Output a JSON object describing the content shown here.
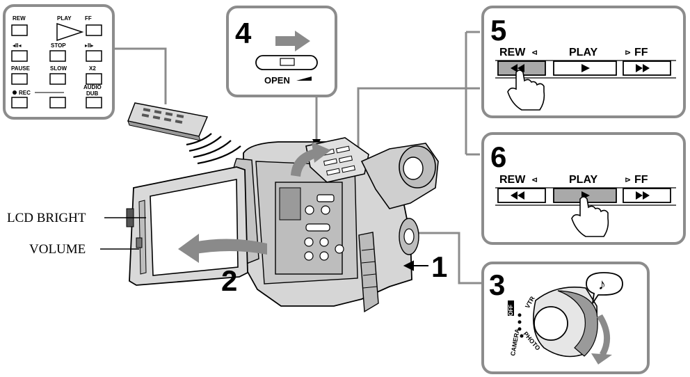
{
  "callouts": {
    "lcd_bright": "LCD BRIGHT",
    "volume": "VOLUME"
  },
  "steps": {
    "s1": "1",
    "s2": "2",
    "s3": "3",
    "s4": "4",
    "s5": "5",
    "s6": "6"
  },
  "remote": {
    "rew": "REW",
    "play": "PLAY",
    "ff": "FF",
    "stop": "STOP",
    "pause": "PAUSE",
    "slow": "SLOW",
    "x2": "X2",
    "rec": "REC",
    "audio": "AUDIO",
    "dub": "DUB"
  },
  "step4": {
    "open": "OPEN"
  },
  "step5": {
    "rew": "REW",
    "play": "PLAY",
    "ff": "FF"
  },
  "step6": {
    "rew": "REW",
    "play": "PLAY",
    "ff": "FF"
  },
  "step3": {
    "off": "OFF",
    "vtr": "VTR",
    "camera": "CAMERA",
    "photo": "PHOTO",
    "note_symbol": "♪"
  },
  "colors": {
    "panel_border": "#8c8c8c",
    "pressed_button": "#a9a9a9",
    "arrow_gray": "#8a8a8a",
    "ink": "#000000"
  }
}
